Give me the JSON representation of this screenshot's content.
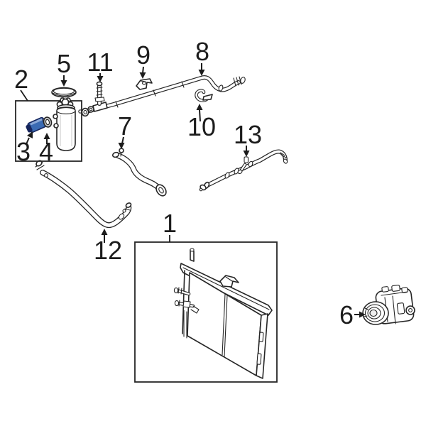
{
  "diagram": {
    "kind": "exploded-parts-diagram",
    "background": "#ffffff",
    "line_color": "#262626",
    "label_color": "#1c1c1c",
    "highlighted_part_number": "3",
    "colors": {
      "highlight_fill": "#3a6ab3",
      "highlight_stroke": "#16255c",
      "highlight_light": "#8aa7d6",
      "highlight_tip": "#d9e2f0"
    },
    "callouts": {
      "c1": "1",
      "c2": "2",
      "c3": "3",
      "c4": "4",
      "c5": "5",
      "c6": "6",
      "c7": "7",
      "c8": "8",
      "c9": "9",
      "c10": "10",
      "c11": "11",
      "c12": "12",
      "c13": "13"
    }
  }
}
